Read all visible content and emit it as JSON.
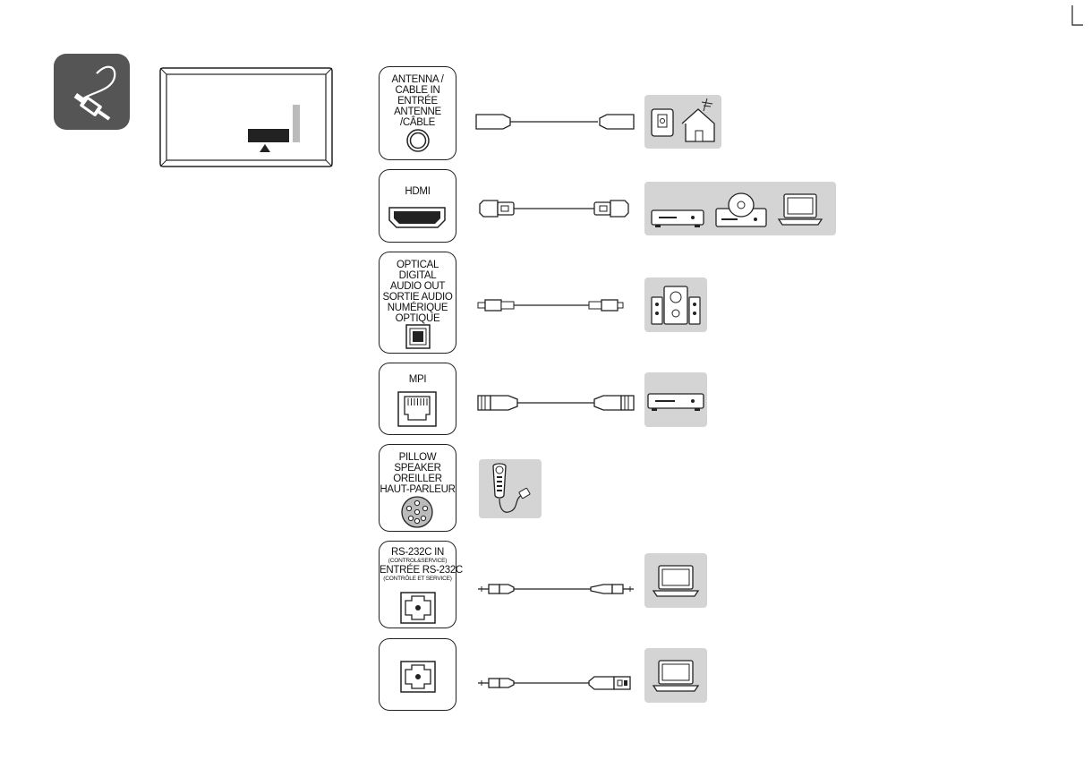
{
  "corner_mark": "L",
  "icons": {
    "header": "cable-plug-icon",
    "tv": "tv-rear-panel-icon"
  },
  "ports": [
    {
      "id": "antenna",
      "lines": [
        "ANTENNA /",
        "CABLE IN",
        "ENTRÉE",
        "ANTENNE",
        "/CÂBLE"
      ],
      "cable": "coaxial-cable",
      "devices": [
        "antenna-house-icon"
      ]
    },
    {
      "id": "hdmi",
      "lines": [
        "HDMI"
      ],
      "cable": "hdmi-cable",
      "devices": [
        "set-top-box-icon",
        "dvd-player-icon",
        "laptop-icon"
      ]
    },
    {
      "id": "optical",
      "lines": [
        "OPTICAL",
        "DIGITAL",
        "AUDIO OUT",
        "SORTIE AUDIO",
        "NUMÉRIQUE",
        "OPTIQUE"
      ],
      "cable": "optical-cable",
      "devices": [
        "speaker-system-icon"
      ]
    },
    {
      "id": "mpi",
      "lines": [
        "MPI"
      ],
      "cable": "rj45-cable",
      "devices": [
        "set-top-box-icon"
      ]
    },
    {
      "id": "pillow",
      "lines": [
        "PILLOW",
        "SPEAKER",
        "OREILLER",
        "HAUT-PARLEUR"
      ],
      "cable": "",
      "devices": [
        "pillow-speaker-remote-icon"
      ]
    },
    {
      "id": "rs232",
      "lines": [
        "RS-232C IN"
      ],
      "sub1": "(CONTROL&SERVICE)",
      "lines2": [
        "ENTRÉE RS-232C"
      ],
      "sub2": "(CONTRÔLE ET SERVICE)",
      "cable": "jack-to-jack-cable",
      "devices": [
        "laptop-icon"
      ]
    },
    {
      "id": "usb-service",
      "lines": [],
      "cable": "jack-to-usb-cable",
      "devices": [
        "laptop-icon"
      ]
    }
  ]
}
